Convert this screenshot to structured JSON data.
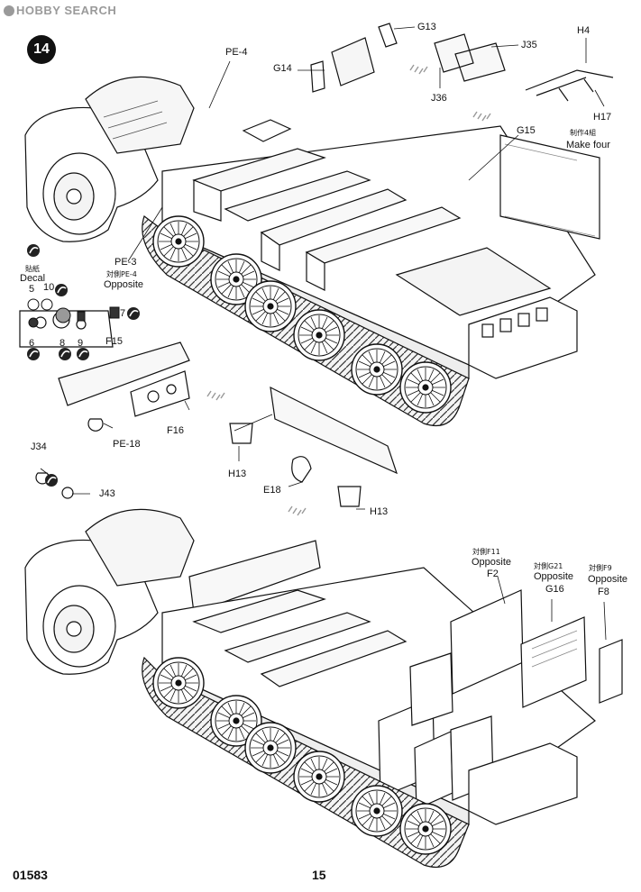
{
  "watermark": "HOBBY SEARCH",
  "step_number": "14",
  "footer": {
    "code": "01583",
    "page": "15"
  },
  "labels": {
    "g13": "G13",
    "g14": "G14",
    "j35": "J35",
    "j36": "J36",
    "pe4": "PE-4",
    "h4": "H4",
    "h17": "H17",
    "make_four_cn": "制作4組",
    "make_four": "Make four",
    "g15": "G15",
    "pe3": "PE-3",
    "opposite_pe4": "対側PE-4",
    "opposite": "Opposite",
    "decal_cn": "貼紙",
    "decal": "Decal",
    "d5": "5",
    "d10": "10",
    "d6": "6",
    "d8": "8",
    "d9": "9",
    "d7": "7",
    "f15": "F15",
    "pe18": "PE-18",
    "f16": "F16",
    "j34": "J34",
    "j43": "J43",
    "h13a": "H13",
    "e18": "E18",
    "h13b": "H13",
    "opp_f11": "対側F11",
    "opp_g21": "対側G21",
    "opp_f9": "対側F9",
    "f2": "F2",
    "g16": "G16",
    "f8": "F8"
  },
  "icons": [
    "step-number-badge",
    "paint-color-icon",
    "decal-icon",
    "attention-arrows-icon"
  ]
}
